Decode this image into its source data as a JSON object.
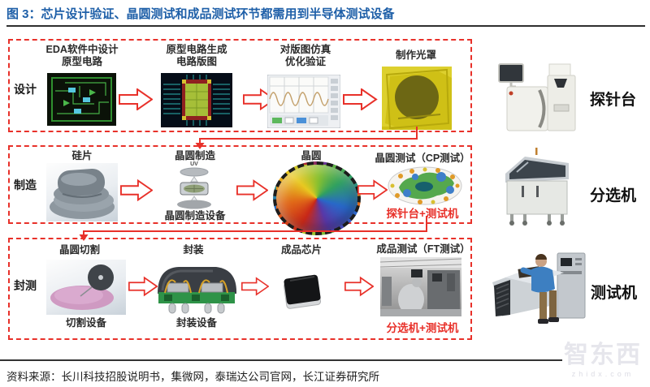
{
  "title": "图 3：芯片设计验证、晶圆测试和成品测试环节都需用到半导体测试设备",
  "source": "资料来源：长川科技招股说明书，集微网，泰瑞达公司官网，长江证券研究所",
  "watermark": {
    "name": "智东西",
    "domain": "zhidx.com"
  },
  "colors": {
    "accent_red": "#e8312a",
    "title_blue": "#1e5fa8"
  },
  "rows": {
    "design": {
      "label": "设计",
      "steps": {
        "eda": {
          "caption": "EDA软件中设计\n原型电路"
        },
        "layout": {
          "caption": "原型电路生成\n电路版图"
        },
        "verify": {
          "caption": "对版图仿真\n优化验证"
        },
        "mask": {
          "caption": "制作光罩"
        }
      }
    },
    "fab": {
      "label": "制造",
      "steps": {
        "silicon": {
          "caption": "硅片"
        },
        "waferfab": {
          "caption": "晶圆制造",
          "tag": "UV",
          "sub": "晶圆制造设备"
        },
        "wafer": {
          "caption": "晶圆"
        },
        "cptest": {
          "caption": "晶圆测试（CP测试）",
          "note": "探针台+测试机"
        }
      }
    },
    "pkg": {
      "label": "封测",
      "steps": {
        "dicing": {
          "caption": "晶圆切割",
          "sub": "切割设备"
        },
        "packaging": {
          "caption": "封装",
          "sub": "封装设备"
        },
        "chip": {
          "caption": "成品芯片"
        },
        "fttest": {
          "caption": "成品测试（FT测试）",
          "note": "分选机+测试机"
        }
      }
    }
  },
  "equipment": {
    "prober": {
      "label": "探针台"
    },
    "handler": {
      "label": "分选机"
    },
    "tester": {
      "label": "测试机"
    }
  }
}
